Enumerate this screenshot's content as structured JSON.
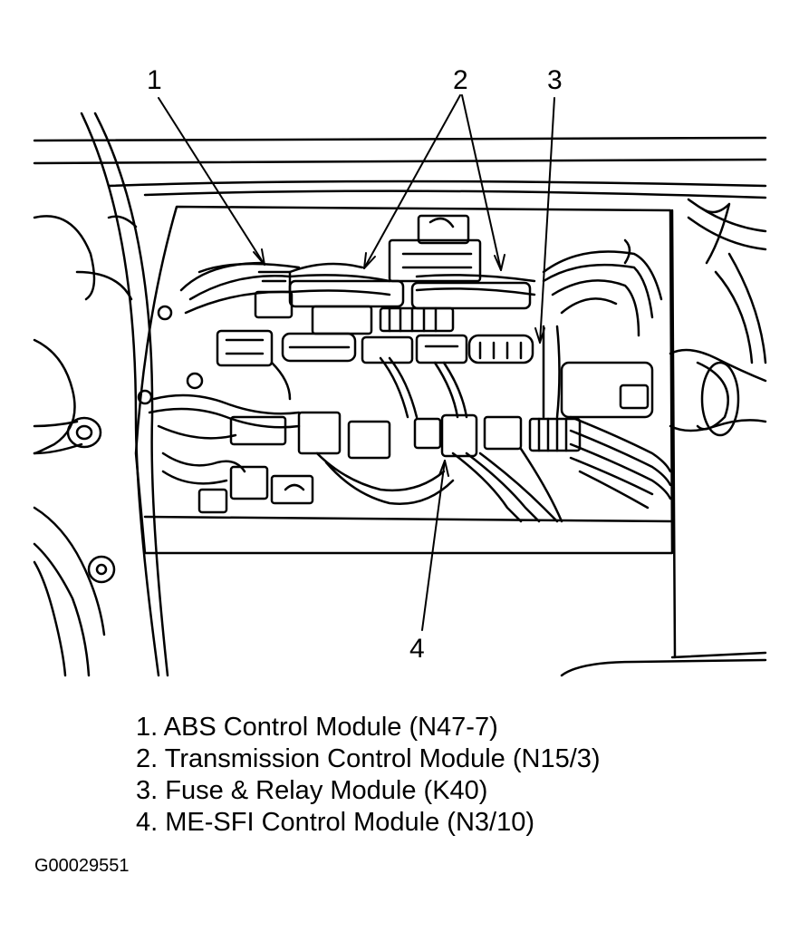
{
  "diagram": {
    "callouts": [
      {
        "number": "1"
      },
      {
        "number": "2"
      },
      {
        "number": "3"
      },
      {
        "number": "4"
      }
    ],
    "ink_color": "#000000",
    "background_color": "#ffffff"
  },
  "legend": {
    "items": [
      "1. ABS Control Module (N47-7)",
      "2. Transmission Control Module (N15/3)",
      "3. Fuse & Relay Module (K40)",
      "4. ME-SFI Control Module (N3/10)"
    ]
  },
  "figure_id": "G00029551"
}
